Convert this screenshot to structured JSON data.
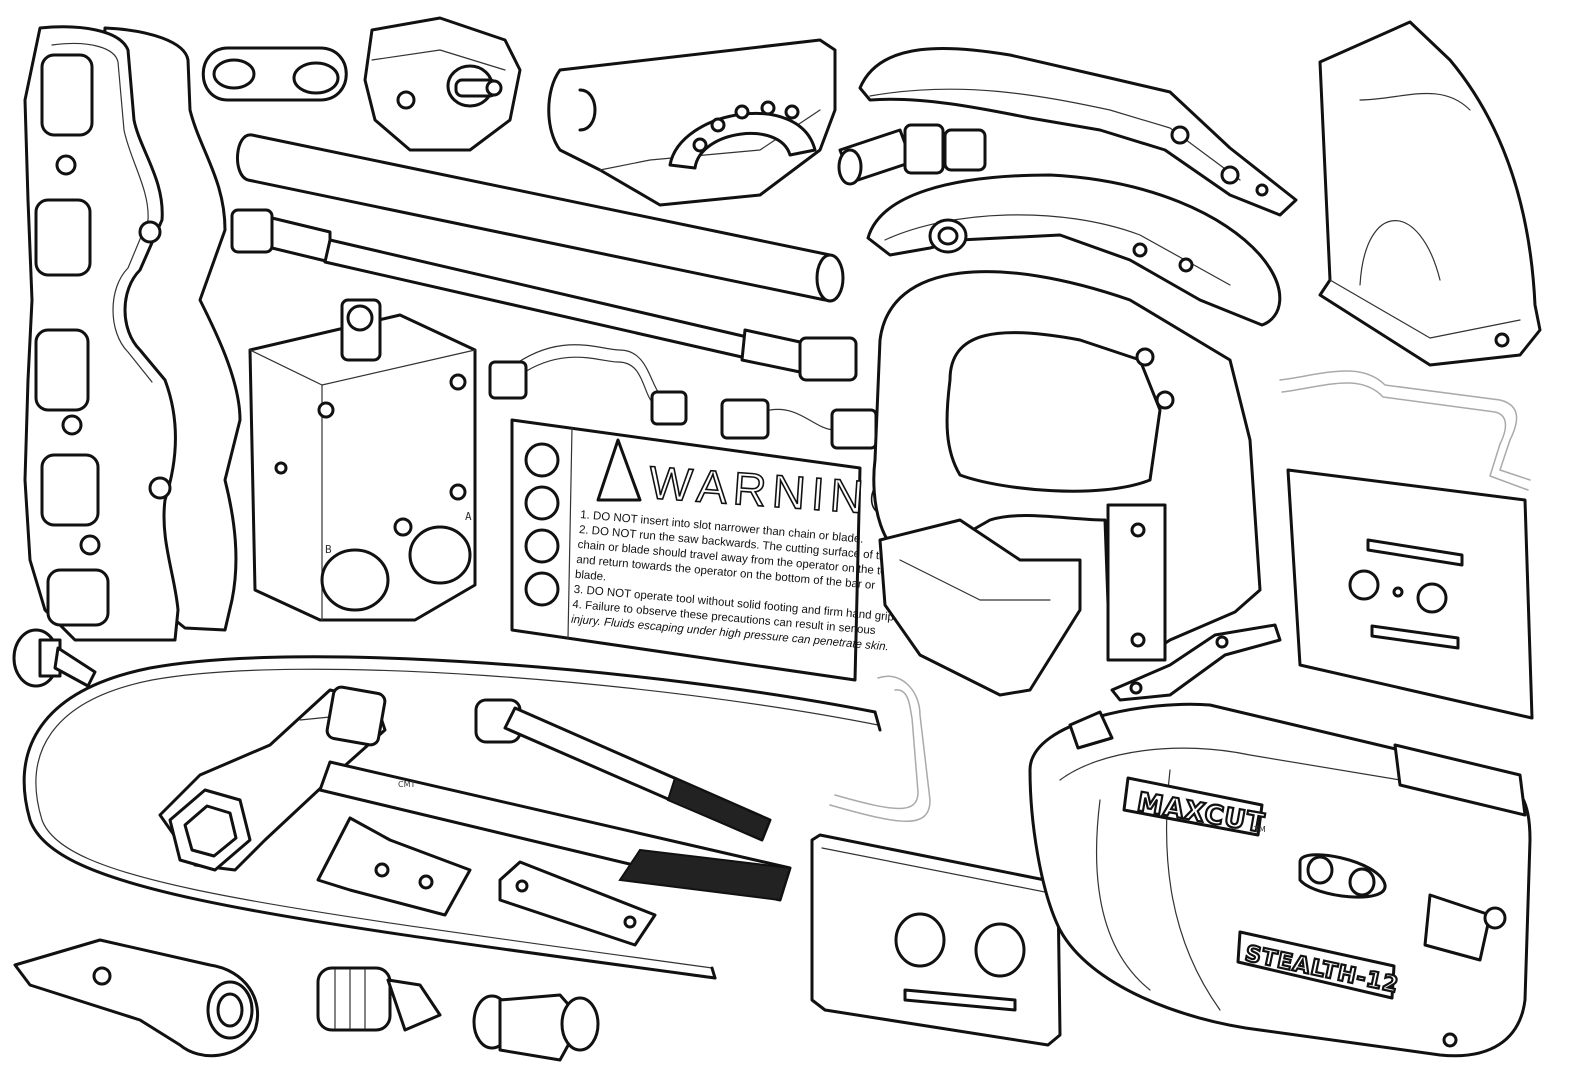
{
  "warning_label": {
    "title": "WARNING",
    "lines": [
      "1. DO NOT insert into slot narrower than chain or blade.",
      "2. DO NOT run the saw backwards. The cutting surface of the",
      "chain or blade should travel away from the operator on the top",
      "and return towards the operator on the bottom of the bar or",
      "blade.",
      "3. DO NOT operate tool without solid footing and firm hand grip.",
      "4. Failure to observe these precautions can result in serious",
      "injury. Fluids escaping under high pressure can penetrate skin."
    ]
  },
  "valve_block": {
    "port_a": "A",
    "port_b": "B"
  },
  "bar_wrench": {
    "stamp": "CMT"
  },
  "saw_housing": {
    "logo": "MAXCUT",
    "trademark": "TM",
    "model_plate": "STEALTH-12"
  }
}
